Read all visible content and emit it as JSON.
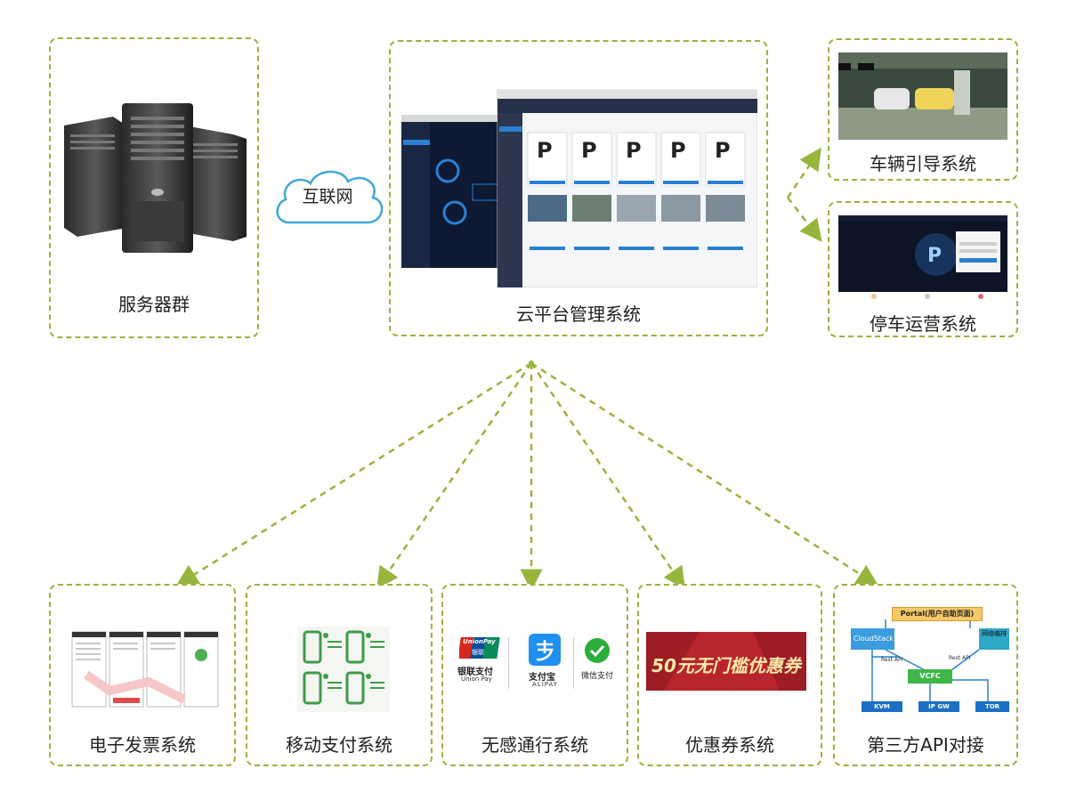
{
  "nodes": {
    "server": {
      "label": "服务器群"
    },
    "internet": {
      "label": "互联网"
    },
    "cloud": {
      "label": "云平台管理系统"
    },
    "guide": {
      "label": "车辆引导系统"
    },
    "parking_ops": {
      "label": "停车运营系统"
    },
    "invoice": {
      "label": "电子发票系统"
    },
    "mobile_pay": {
      "label": "移动支付系统"
    },
    "contactless": {
      "label": "无感通行系统"
    },
    "coupon": {
      "label": "优惠券系统"
    },
    "api": {
      "label": "第三方API对接"
    }
  },
  "payment_logos": {
    "unionpay_brand": "UnionPay",
    "unionpay_cn": "银联",
    "unionpay_title": "银联支付",
    "unionpay_sub": "Union Pay",
    "alipay_title": "支付宝",
    "alipay_sub": "ALIPAY",
    "wechat_title": "微信支付"
  },
  "coupon_banner": {
    "text": "50元无门槛优惠券"
  },
  "api_diagram": {
    "portal": "Portal(用户自助页面)",
    "cloudstack": "CloudStack",
    "network": "网络编排",
    "rest1": "Rest API",
    "rest2": "Rest API",
    "vcfc": "VCFC",
    "kvm": "KVM",
    "ipgw": "IP GW",
    "tor": "TOR"
  },
  "colors": {
    "dash": "#97b53d",
    "arrow": "#97b53d"
  }
}
